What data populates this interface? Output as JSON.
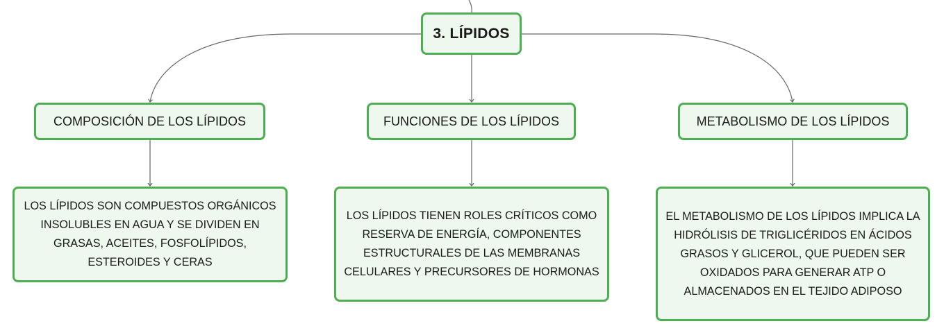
{
  "root": {
    "label": "3. LÍPIDOS"
  },
  "categories": [
    {
      "label": "COMPOSICIÓN DE LOS LÍPIDOS"
    },
    {
      "label": "FUNCIONES DE LOS LÍPIDOS"
    },
    {
      "label": "METABOLISMO DE LOS LÍPIDOS"
    }
  ],
  "details": [
    {
      "text": "LOS LÍPIDOS SON COMPUESTOS ORGÁNICOS INSOLUBLES EN AGUA Y SE DIVIDEN EN GRASAS, ACEITES, FOSFOLÍPIDOS, ESTEROIDES Y CERAS"
    },
    {
      "text": "LOS LÍPIDOS TIENEN ROLES CRÍTICOS COMO RESERVA DE ENERGÍA, COMPONENTES ESTRUCTURALES DE LAS MEMBRANAS CELULARES Y PRECURSORES DE HORMONAS"
    },
    {
      "text": "EL METABOLISMO DE LOS LÍPIDOS IMPLICA LA HIDRÓLISIS DE TRIGLICÉRIDOS EN ÁCIDOS GRASOS Y GLICEROL, QUE PUEDEN SER OXIDADOS PARA GENERAR ATP O ALMACENADOS EN EL TEJIDO ADIPOSO"
    }
  ],
  "colors": {
    "node_border": "#4caf50",
    "node_fill": "#eef8ef",
    "connector": "#666666",
    "text": "#1a1a1a"
  }
}
